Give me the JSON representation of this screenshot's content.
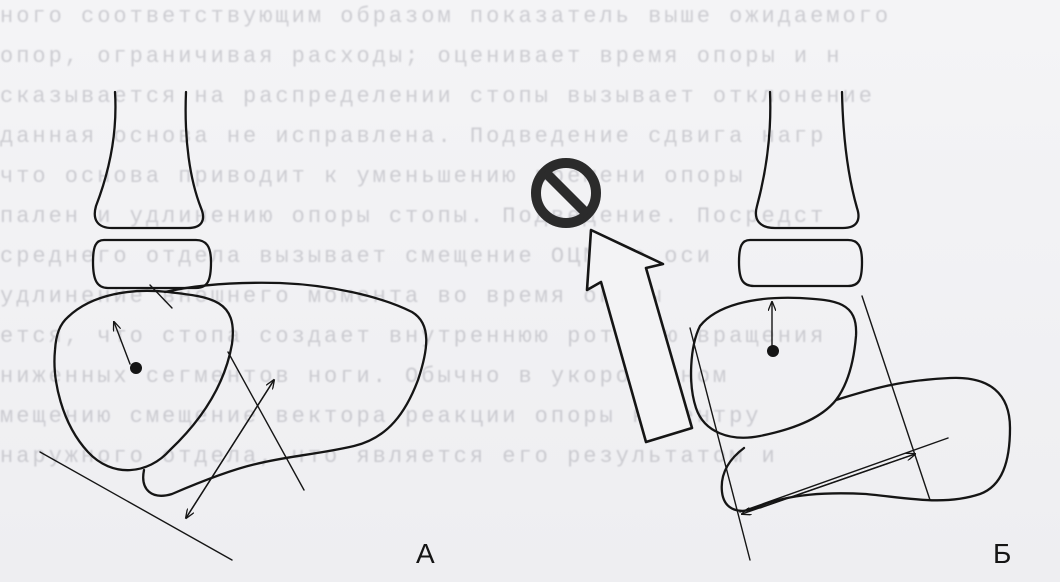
{
  "background_text_lines": [
    "ного соответствующим образом показатель выше ожидаемого",
    "опор, ограничивая расходы; оценивает время опоры и н",
    "сказывается на распределении стопы вызывает отклонение",
    "данная основа не исправлена. Подведение сдвига нагр",
    "что основа приводит к уменьшению времени опоры",
    "пален и удлинению опоры стопы. Подведение. Посредст",
    "среднего отдела вызывает смещение ОЦМ по оси",
    "удлинение внешнего момента во время опоры",
    "ется, что стопа создает внутреннюю ротацию вращения",
    "ниженных сегментов ноги. Обычно в укороченном",
    "мещению смещение вектора реакции опоры к центру",
    "наружного отдела, что является его результатом и"
  ],
  "labels": {
    "panel_a": "А",
    "panel_b": "Б"
  },
  "colors": {
    "ink": "#151515",
    "paper": "#f3f3f5"
  },
  "icons": {
    "prohibited": "no-sign-icon"
  }
}
